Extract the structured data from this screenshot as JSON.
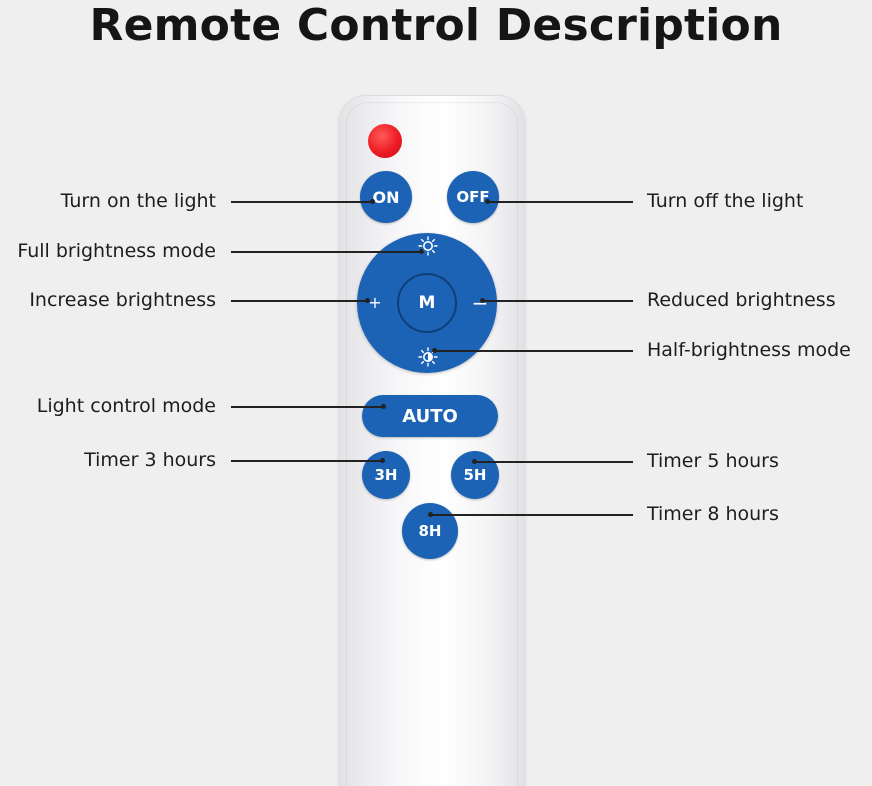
{
  "title": "Remote Control Description",
  "buttons": {
    "on": "ON",
    "off": "OFF",
    "mode": "M",
    "increase_glyph": "+",
    "decrease_glyph": "−",
    "auto": "AUTO",
    "timer_3h": "3H",
    "timer_5h": "5H",
    "timer_8h": "8H"
  },
  "labels": {
    "turn_on": "Turn on the light",
    "full_brightness": "Full brightness mode",
    "increase": "Increase brightness",
    "light_control": "Light control mode",
    "timer_3": "Timer 3 hours",
    "turn_off": "Turn off the light",
    "reduced": "Reduced brightness",
    "half_brightness": "Half-brightness mode",
    "timer_5": "Timer 5 hours",
    "timer_8": "Timer 8 hours"
  },
  "icons": {
    "full_brightness": "sun-icon",
    "half_brightness": "half-sun-icon",
    "indicator": "led-indicator"
  },
  "colors": {
    "button_blue": "#1c63b6",
    "led_red": "#ee1c24",
    "background": "#efeff0",
    "remote_body": "#ffffff"
  }
}
